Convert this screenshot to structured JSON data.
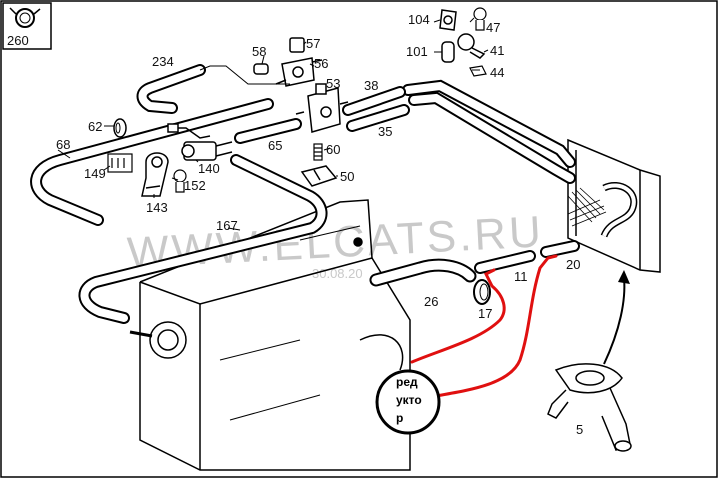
{
  "watermark": "WWW.ELCATS.RU",
  "watermark_date": "30.08.20",
  "inset_label": "260",
  "labels": {
    "p104": "104",
    "p47": "47",
    "p101": "101",
    "p41": "41",
    "p44": "44",
    "p58": "58",
    "p57": "57",
    "p56": "56",
    "p53": "53",
    "p234": "234",
    "p38": "38",
    "p35": "35",
    "p62": "62",
    "p68": "68",
    "p65": "65",
    "p60": "60",
    "p50": "50",
    "p149": "149",
    "p140": "140",
    "p152": "152",
    "p143": "143",
    "p167": "167",
    "p11": "11",
    "p20": "20",
    "p26": "26",
    "p17": "17",
    "p5": "5"
  },
  "annotation": {
    "line1": "ред",
    "line2": "укто",
    "line3": "р",
    "color": "#e01010"
  }
}
